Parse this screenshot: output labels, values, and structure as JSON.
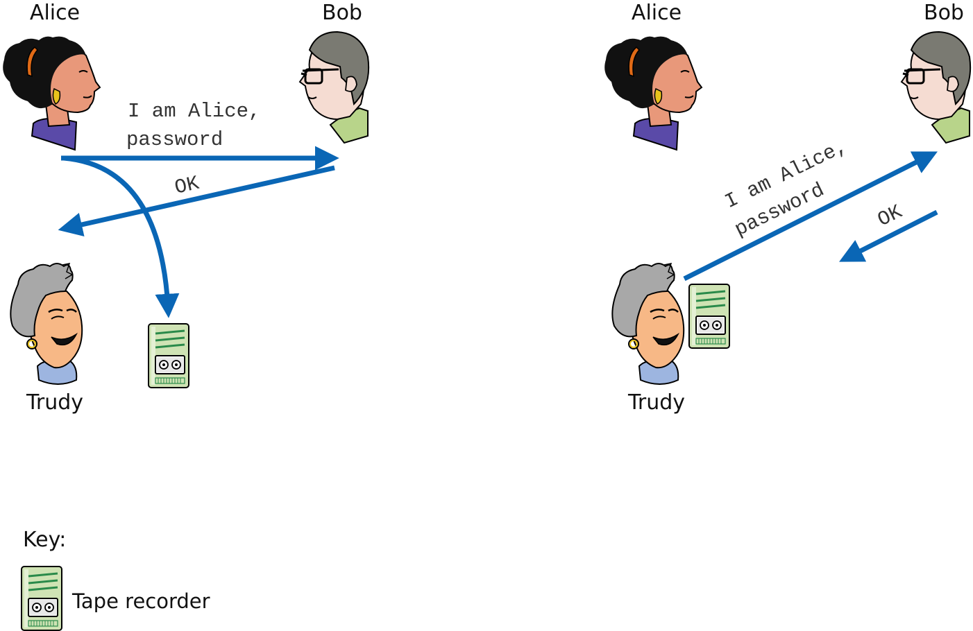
{
  "left_panel": {
    "alice_label": "Alice",
    "bob_label": "Bob",
    "trudy_label": "Trudy",
    "message_line1": "I am Alice,",
    "message_line2": "password",
    "reply": "OK"
  },
  "right_panel": {
    "alice_label": "Alice",
    "bob_label": "Bob",
    "trudy_label": "Trudy",
    "message_line1": "I am Alice,",
    "message_line2": "password",
    "reply": "OK"
  },
  "key": {
    "title": "Key:",
    "tape_recorder_label": "Tape recorder"
  },
  "colors": {
    "arrow": "#0a66b5",
    "alice_skin": "#e8987a",
    "alice_shirt": "#5a4aa8",
    "bob_skin": "#f5dcd2",
    "bob_hair": "#7a7a72",
    "bob_shirt": "#b8d48a",
    "trudy_skin": "#f7b886",
    "trudy_hair": "#a8a8a8",
    "trudy_shirt": "#9db5e0",
    "recorder_body": "#cfe3b4",
    "recorder_lines": "#2a8a4a"
  },
  "icons": [
    "alice-icon",
    "bob-icon",
    "trudy-icon",
    "tape-recorder-icon"
  ]
}
